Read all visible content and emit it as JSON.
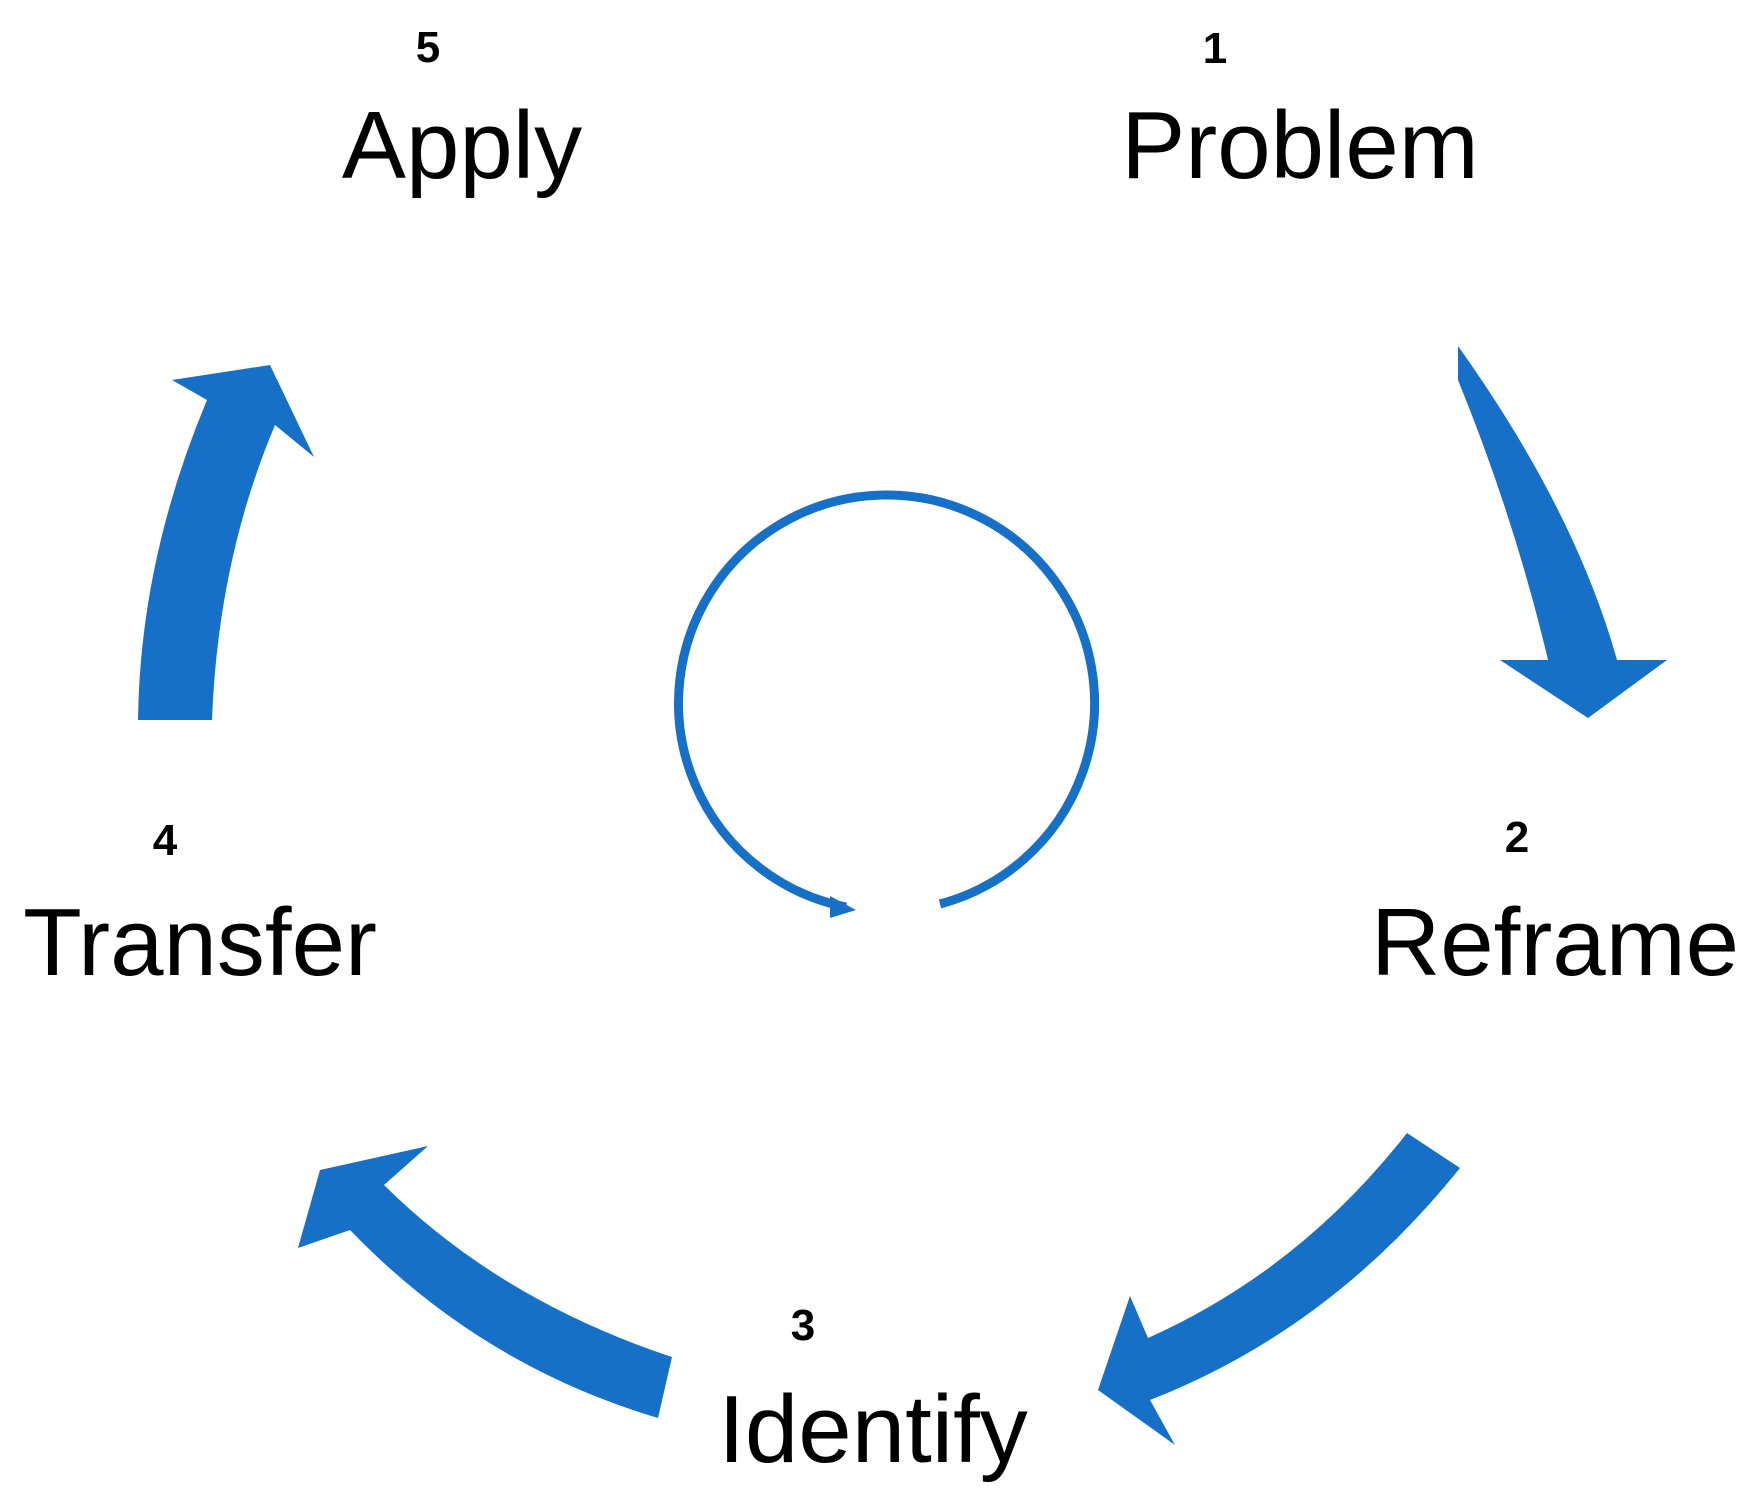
{
  "diagram": {
    "type": "cycle",
    "accent_color": "#1670C8",
    "text_color": "#000000",
    "steps": [
      {
        "number": "1",
        "label": "Problem"
      },
      {
        "number": "2",
        "label": "Reframe"
      },
      {
        "number": "3",
        "label": "Identify"
      },
      {
        "number": "4",
        "label": "Transfer"
      },
      {
        "number": "5",
        "label": "Apply"
      }
    ],
    "arrows": [
      {
        "from": "Problem",
        "to": "Reframe"
      },
      {
        "from": "Reframe",
        "to": "Identify"
      },
      {
        "from": "Identify",
        "to": "Transfer"
      },
      {
        "from": "Transfer",
        "to": "Apply"
      }
    ],
    "center_icon": "circular-loop-arrow-icon"
  }
}
